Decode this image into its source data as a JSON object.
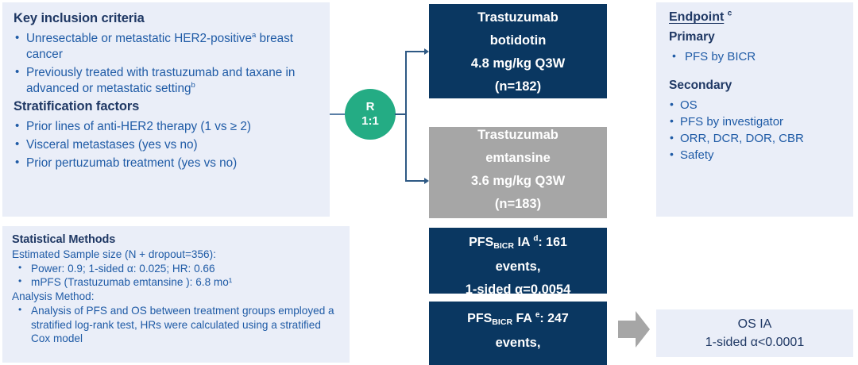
{
  "inclusion": {
    "heading": "Key inclusion criteria",
    "criteria": [
      {
        "text": "Unresectable or metastatic HER2-positive",
        "sup": "a",
        "rest": " breast cancer"
      },
      {
        "text": "Previously treated with trastuzumab and taxane in advanced or metastatic setting",
        "sup": "b",
        "rest": ""
      }
    ],
    "strat_heading": "Stratification factors",
    "strat_factors": [
      "Prior lines of anti-HER2 therapy (1 vs ≥ 2)",
      "Visceral metastases (yes vs no)",
      "Prior pertuzumab treatment (yes vs no)"
    ]
  },
  "stats": {
    "heading": "Statistical Methods",
    "sample_size_line": "Estimated Sample size (N + dropout=356):",
    "sample_bullets": [
      "Power: 0.9; 1-sided α: 0.025; HR: 0.66",
      "mPFS (Trastuzumab emtansine    ): 6.8 mo¹"
    ],
    "analysis_line": "Analysis Method:",
    "analysis_bullets": [
      "Analysis of PFS and OS between treatment groups employed a stratified log-rank test, HRs were calculated using a stratified Cox model"
    ]
  },
  "randomization": {
    "label": "R",
    "ratio": "1:1",
    "color": "#24AC84"
  },
  "arms": [
    {
      "name": "experimental-arm",
      "lines": [
        "Trastuzumab",
        "botidotin",
        "4.8 mg/kg  Q3W",
        "(n=182)"
      ],
      "color": "#0A3761"
    },
    {
      "name": "control-arm",
      "lines": [
        "Trastuzumab",
        "emtansine",
        "3.6 mg/kg  Q3W",
        "(n=183)"
      ],
      "color": "#A6A6A6"
    }
  ],
  "analyses": [
    {
      "name": "pfs-ia",
      "prefix": "PFS",
      "subscript": "BICR",
      "label": " IA ",
      "sup": "d",
      "value": ": 161",
      "line2": "events,",
      "line3": "1-sided α=0.0054",
      "color": "#0A3761"
    },
    {
      "name": "pfs-fa",
      "prefix": "PFS",
      "subscript": "BICR",
      "label": " FA ",
      "sup": "e",
      "value": ": 247",
      "line2": "events,",
      "line3": "",
      "color": "#0A3761"
    }
  ],
  "endpoint": {
    "title": "Endpoint",
    "title_sup": "c",
    "primary_heading": "Primary",
    "primary": [
      "PFS by BICR"
    ],
    "secondary_heading": "Secondary",
    "secondary": [
      "OS",
      "PFS by investigator",
      "ORR, DCR, DOR, CBR",
      "Safety"
    ]
  },
  "os_ia": {
    "line1": "OS IA",
    "line2": "1-sided α<0.0001"
  },
  "colors": {
    "panel_bg": "#EAEEF8",
    "navy": "#0A3761",
    "gray": "#A6A6A6",
    "teal": "#24AC84",
    "text_blue": "#1F5BA6",
    "heading_blue": "#1F3864"
  }
}
